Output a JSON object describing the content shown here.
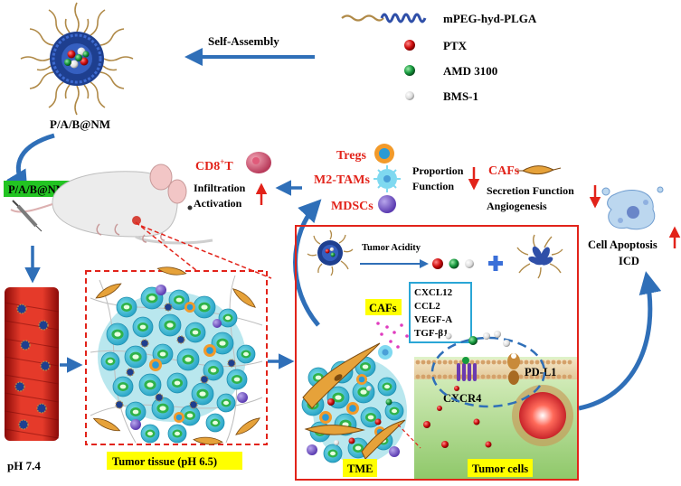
{
  "legend": {
    "polymer": "mPEG-hyd-PLGA",
    "ptx": "PTX",
    "amd": "AMD 3100",
    "bms": "BMS-1"
  },
  "top": {
    "self_assembly": "Self-Assembly",
    "nanoparticle_label": "P/A/B@NM"
  },
  "mouse": {
    "badge": "P/A/B@NM"
  },
  "vessel": {
    "ph": "pH 7.4"
  },
  "tissue": {
    "label": "Tumor tissue (pH 6.5)"
  },
  "immune": {
    "cd8_prefix": "CD8",
    "cd8_sup": "+",
    "cd8_suffix": "T",
    "infiltration": "Infiltration",
    "activation": "Activation",
    "tregs": "Tregs",
    "m2tams": "M2-TAMs",
    "mdscs": "MDSCs",
    "proportion": "Proportion",
    "function": "Function",
    "cafs": "CAFs",
    "secretion": "Secretion Function",
    "angiogenesis": "Angiogenesis",
    "apoptosis": "Cell Apoptosis",
    "icd": "ICD"
  },
  "tme_panel": {
    "acidity": "Tumor Acidity",
    "cafs_badge": "CAFs",
    "cytokines": [
      "CXCL12",
      "CCL2",
      "VEGF-A",
      "TGF-β1"
    ],
    "pdl1": "PD-L1",
    "cxcr4": "CXCR4",
    "tme_badge": "TME",
    "tumor_cells_badge": "Tumor cells"
  },
  "colors": {
    "arrow_blue": "#2f6fb8",
    "red": "#e2231a",
    "yellow": "#ffff00",
    "green_badge": "#22c422",
    "vessel_red": "#d8261c",
    "ptx": "#d01010",
    "amd": "#169a3e",
    "bms": "#e8e8e8"
  }
}
